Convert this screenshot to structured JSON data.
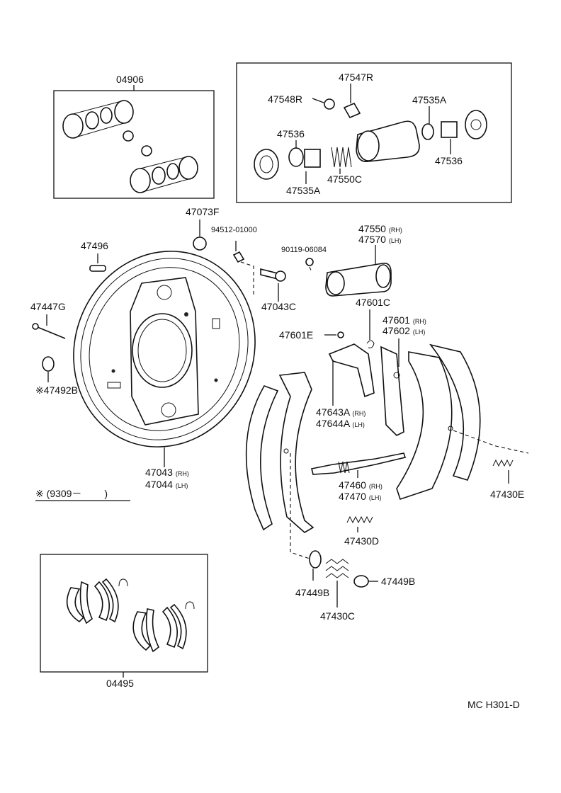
{
  "kits": {
    "cylinder_kit": "04906",
    "shoe_kit": "04495"
  },
  "parts": {
    "p47547R": "47547R",
    "p47548R": "47548R",
    "p47535A_top": "47535A",
    "p47536_left": "47536",
    "p47536_right": "47536",
    "p47535A_bottom": "47535A",
    "p47550C": "47550C",
    "p47073F": "47073F",
    "p94512": "94512-01000",
    "p47496": "47496",
    "p90119": "90119-06084",
    "p47550": "47550",
    "p47570": "47570",
    "p47043C": "47043C",
    "p47447G": "47447G",
    "p47601C": "47601C",
    "p47601E": "47601E",
    "p47601": "47601",
    "p47602": "47602",
    "p47492B": "47492B",
    "p47643A": "47643A",
    "p47644A": "47644A",
    "p47043": "47043",
    "p47044": "47044",
    "p47460": "47460",
    "p47470": "47470",
    "p47430E": "47430E",
    "p47430D": "47430D",
    "p47449B_left": "47449B",
    "p47449B_right": "47449B",
    "p47430C": "47430C"
  },
  "side": {
    "rh": "(RH)",
    "lh": "(LH)"
  },
  "note_mark": "※",
  "note_range": "(9309－　　 )",
  "footer_code": "MC  H301-D"
}
